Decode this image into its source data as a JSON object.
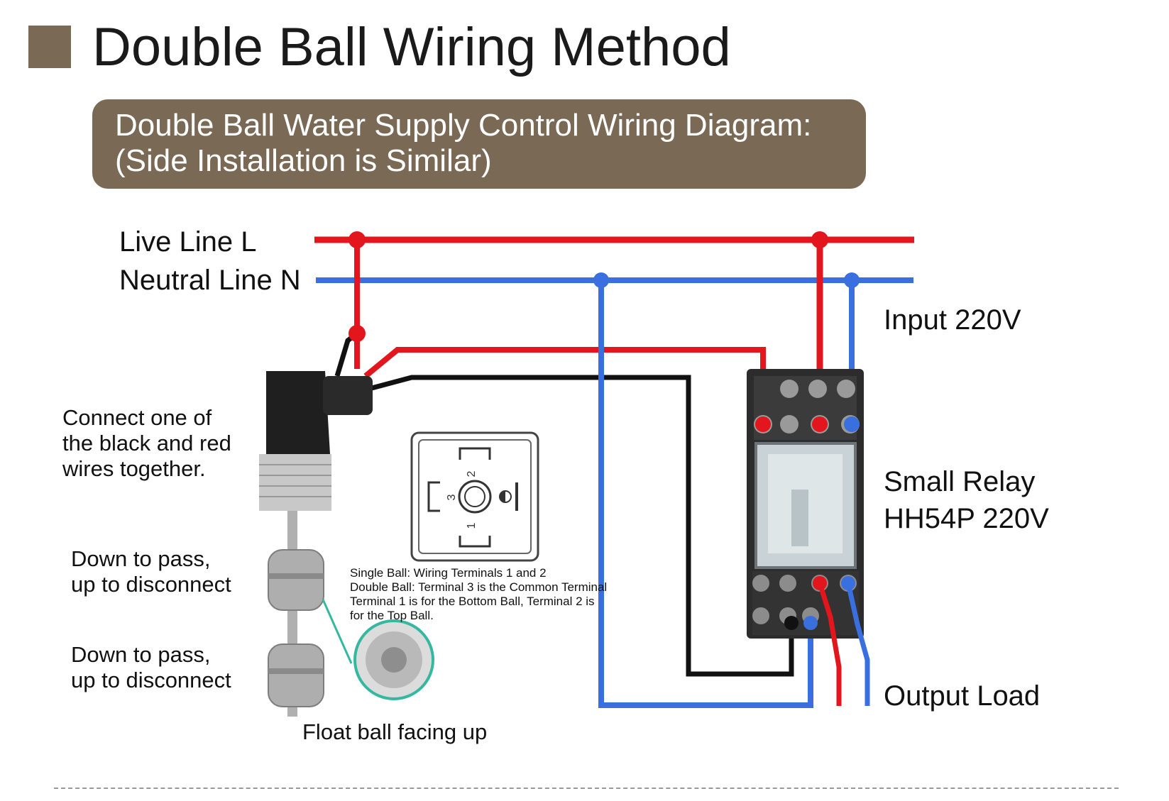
{
  "header": {
    "title": "Double Ball Wiring Method",
    "subtitle_line1": "Double Ball Water Supply Control Wiring Diagram:",
    "subtitle_line2": "(Side Installation is Similar)"
  },
  "labels": {
    "live_line": "Live Line L",
    "neutral_line": "Neutral Line N",
    "input": "Input 220V",
    "relay_line1": "Small Relay",
    "relay_line2": "HH54P 220V",
    "output": "Output Load",
    "float_facing": "Float ball facing up",
    "connect_line1": "Connect one of",
    "connect_line2": "the black and red",
    "connect_line3": "wires together.",
    "ball_top_line1": "Down to pass,",
    "ball_top_line2": "up to disconnect",
    "ball_bottom_line1": "Down to pass,",
    "ball_bottom_line2": "up to disconnect"
  },
  "terminal_note": {
    "line1": "Single Ball: Wiring Terminals 1 and 2",
    "line2": "Double Ball: Terminal 3 is the Common Terminal",
    "line3": "Terminal 1 is for the Bottom Ball, Terminal 2 is",
    "line4": "for the Top Ball."
  },
  "terminal_numbers": {
    "t1": "1",
    "t2": "2",
    "t3": "3"
  },
  "colors": {
    "accent": "#7a6a55",
    "live_wire": "#e3161d",
    "neutral_wire": "#3a6fe0",
    "black_wire": "#111111",
    "float_ring": "#35b8a0"
  }
}
